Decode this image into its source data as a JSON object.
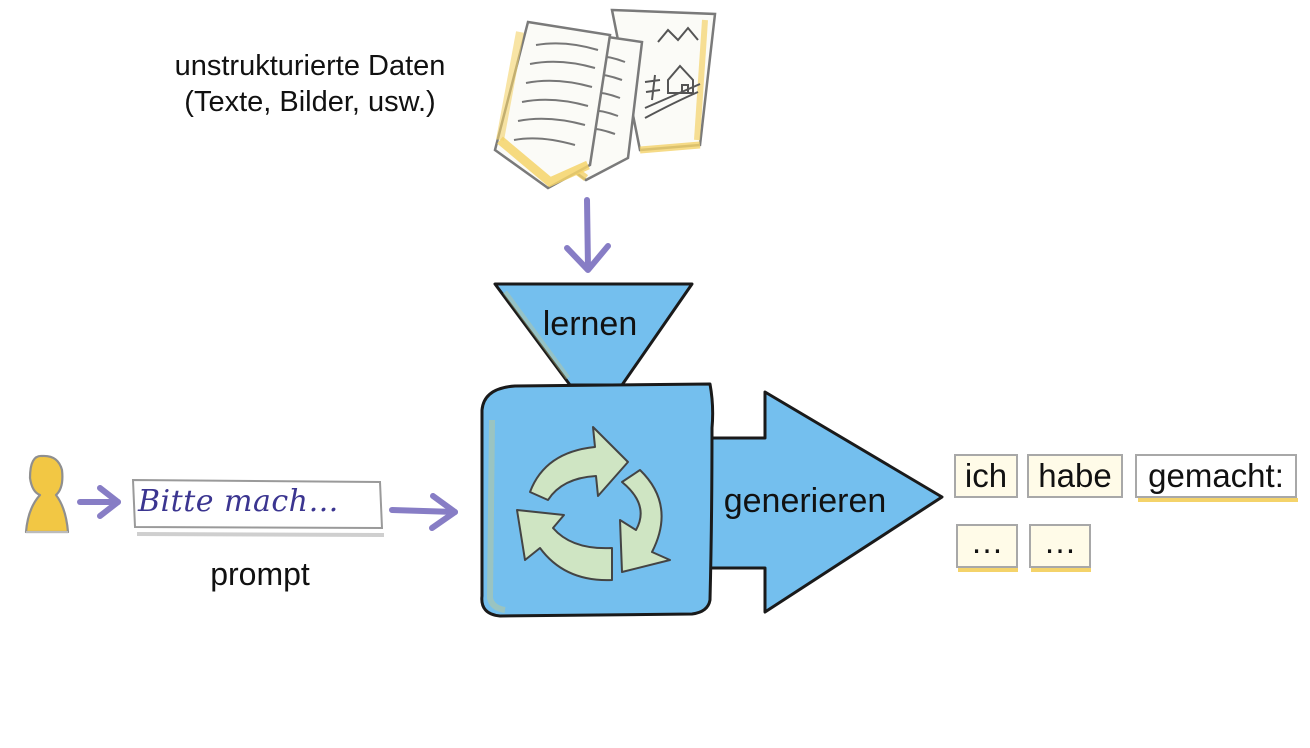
{
  "input_data": {
    "line1": "unstrukturierte Daten",
    "line2": "(Texte, Bilder, usw.)"
  },
  "funnel_label": "lernen",
  "arrow_label": "generieren",
  "prompt": {
    "text": "Bitte mach…",
    "label": "prompt"
  },
  "output_tokens": {
    "row1": [
      "ich",
      "habe",
      "gemacht:"
    ],
    "row2": [
      "…",
      "…"
    ]
  },
  "colors": {
    "machine_blue": "#74bfee",
    "cycle_green": "#cfe5c3",
    "flow_arrow_purple": "#7b70bf",
    "highlight_yellow": "#f4d36a",
    "person_yellow": "#f2c744"
  },
  "icons": [
    "document-stack-icon",
    "person-icon",
    "recycle-icon"
  ]
}
